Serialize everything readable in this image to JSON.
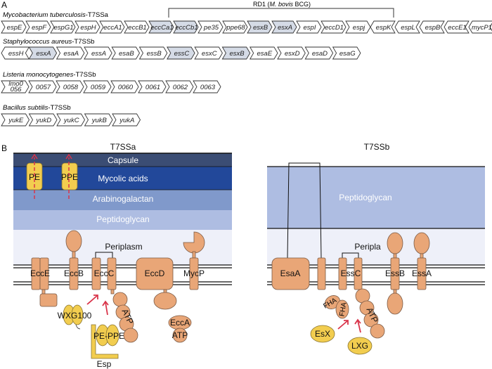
{
  "panel_a": {
    "label": "A",
    "rd1": {
      "text_pre": "RD1 (",
      "text_italic": "M. bovis",
      "text_post": " BCG)"
    },
    "rows": [
      {
        "species": "Mycobacterium tuberculosis",
        "system": "-T7SSa",
        "genes": [
          {
            "name": "espE",
            "shaded": false,
            "dir": "forward"
          },
          {
            "name": "espF",
            "shaded": false,
            "dir": "forward"
          },
          {
            "name": "espG1",
            "shaded": false,
            "dir": "forward"
          },
          {
            "name": "espH",
            "shaded": false,
            "dir": "forward"
          },
          {
            "name": "eccA1",
            "shaded": false,
            "dir": "forward"
          },
          {
            "name": "eccB1",
            "shaded": false,
            "dir": "forward"
          },
          {
            "name": "eccCa1",
            "shaded": true,
            "dir": "forward"
          },
          {
            "name": "eccCb1",
            "shaded": true,
            "dir": "forward"
          },
          {
            "name": "pe35",
            "shaded": false,
            "dir": "forward"
          },
          {
            "name": "ppe68",
            "shaded": false,
            "dir": "forward"
          },
          {
            "name": "esxB",
            "shaded": true,
            "dir": "forward"
          },
          {
            "name": "esxA",
            "shaded": true,
            "dir": "forward"
          },
          {
            "name": "espI",
            "shaded": false,
            "dir": "forward"
          },
          {
            "name": "eccD1",
            "shaded": false,
            "dir": "forward"
          },
          {
            "name": "espj",
            "shaded": false,
            "dir": "forward"
          },
          {
            "name": "espK",
            "shaded": false,
            "dir": "reverse"
          },
          {
            "name": "espL",
            "shaded": false,
            "dir": "reverse"
          },
          {
            "name": "espB",
            "shaded": false,
            "dir": "reverse"
          },
          {
            "name": "eccE1",
            "shaded": false,
            "dir": "reverse"
          },
          {
            "name": "mycP1",
            "shaded": false,
            "dir": "reverse"
          }
        ]
      },
      {
        "species": "Staphylococcus aureus",
        "system": "-T7SSb",
        "genes": [
          {
            "name": "essH",
            "shaded": false,
            "dir": "reverse"
          },
          {
            "name": "esxA",
            "shaded": true,
            "dir": "forward"
          },
          {
            "name": "esaA",
            "shaded": false,
            "dir": "forward"
          },
          {
            "name": "essA",
            "shaded": false,
            "dir": "forward"
          },
          {
            "name": "esaB",
            "shaded": false,
            "dir": "forward"
          },
          {
            "name": "essB",
            "shaded": false,
            "dir": "forward"
          },
          {
            "name": "essC",
            "shaded": true,
            "dir": "forward"
          },
          {
            "name": "esxC",
            "shaded": false,
            "dir": "forward"
          },
          {
            "name": "esxB",
            "shaded": true,
            "dir": "forward"
          },
          {
            "name": "esaE",
            "shaded": false,
            "dir": "forward"
          },
          {
            "name": "esxD",
            "shaded": false,
            "dir": "forward"
          },
          {
            "name": "esaD",
            "shaded": false,
            "dir": "forward"
          },
          {
            "name": "esaG",
            "shaded": false,
            "dir": "forward"
          }
        ]
      },
      {
        "species": "Listeria monocytogenes",
        "system": "-T7SSb",
        "genes": [
          {
            "name": "lmo0 056",
            "shaded": false,
            "dir": "forward"
          },
          {
            "name": "0057",
            "shaded": false,
            "dir": "forward"
          },
          {
            "name": "0058",
            "shaded": false,
            "dir": "forward"
          },
          {
            "name": "0059",
            "shaded": false,
            "dir": "forward"
          },
          {
            "name": "0060",
            "shaded": false,
            "dir": "forward"
          },
          {
            "name": "0061",
            "shaded": false,
            "dir": "forward"
          },
          {
            "name": "0062",
            "shaded": false,
            "dir": "forward"
          },
          {
            "name": "0063",
            "shaded": false,
            "dir": "forward"
          }
        ]
      },
      {
        "species": "Bacillus subtilis",
        "system": "-T7SSb",
        "genes": [
          {
            "name": "yukE",
            "shaded": false,
            "dir": "forward"
          },
          {
            "name": "yukD",
            "shaded": false,
            "dir": "forward"
          },
          {
            "name": "yukC",
            "shaded": false,
            "dir": "forward"
          },
          {
            "name": "yukB",
            "shaded": false,
            "dir": "forward"
          },
          {
            "name": "yukA",
            "shaded": false,
            "dir": "forward"
          }
        ]
      }
    ]
  },
  "panel_b": {
    "label": "B",
    "t7ssa": {
      "title": "T7SSa",
      "layers": [
        "Capsule",
        "Mycolic acids",
        "Arabinogalactan",
        "Peptidoglycan"
      ],
      "periplasm": "Periplasm",
      "proteins": {
        "ecce": "EccE",
        "eccb": "EccB",
        "eccc": "EccC",
        "eccd": "EccD",
        "mycp": "MycP",
        "atp": "ATP",
        "ecca": "EccA",
        "atp2": "ATP"
      },
      "substrates": {
        "pe": "PE",
        "ppe": "PPE",
        "wxg": "WXG100",
        "peppe": "PE-PPE",
        "esp": "Esp"
      }
    },
    "t7ssb": {
      "title": "T7SSb",
      "layer": "Peptidoglycan",
      "periplasm": "Peripla",
      "proteins": {
        "esaa": "EsaA",
        "essc": "EssC",
        "essb": "EssB",
        "essa": "EssA",
        "fha1": "FHA",
        "fha2": "FHA",
        "atp": "ATP"
      },
      "substrates": {
        "esx": "EsX",
        "lxg": "LXG"
      }
    },
    "colors": {
      "capsule": "#3b4d74",
      "mycolic": "#22489a",
      "arabinogalactan": "#8099cb",
      "peptidoglycan": "#aebde2",
      "periplasm": "#eef0f9",
      "protein": "#e9a677",
      "substrate": "#f2cd4f",
      "arrow": "#d9344a",
      "gene_shaded": "#d5dbe6"
    }
  }
}
